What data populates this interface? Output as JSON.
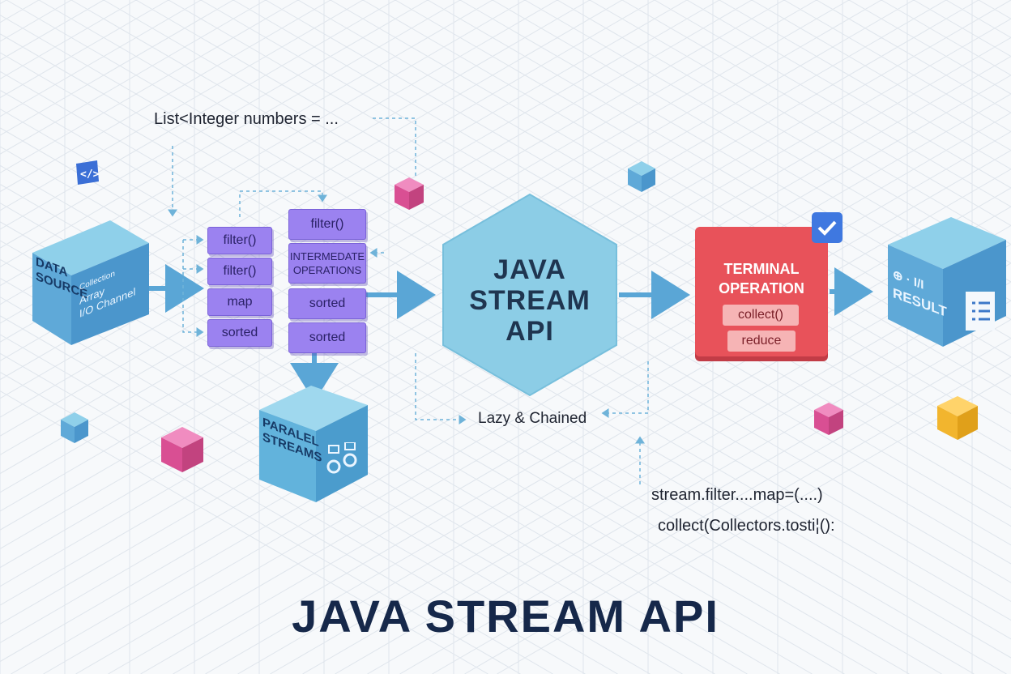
{
  "code_top": "List<Integer numbers = ...",
  "data_source": {
    "title_lines": [
      "DATA",
      "SOURCE"
    ],
    "side_labels": [
      "Collection",
      "Array",
      "I/O Channel"
    ]
  },
  "ops_left": [
    "filter()",
    "filter()",
    "map",
    "sorted"
  ],
  "ops_right": [
    "filter()",
    "INTERMEDATE\nOPERATIONS",
    "sorted",
    "sorted"
  ],
  "parallel": {
    "lines": [
      "PARALEL",
      "STREAMS"
    ]
  },
  "hexagon": {
    "lines": [
      "JAVA",
      "STREAM",
      "API"
    ]
  },
  "terminal": {
    "title_lines": [
      "TERMINAL",
      "OPERATION"
    ],
    "pills": [
      "collect()",
      "reduce"
    ]
  },
  "result": {
    "label": "RESULT",
    "top_text": "⊕ · I/I"
  },
  "lazy_label": "Lazy & Chained",
  "code_bottom": [
    "stream.filter....map=(....)",
    "collect(Collectors.tosti¦():"
  ],
  "footer_title": "JAVA STREAM API",
  "colors": {
    "accent_blue": "#5aa6d6",
    "purple": "#9b82f0",
    "red": "#e8525a",
    "title": "#16284a"
  },
  "icons": [
    "code-icon",
    "checkmark-icon",
    "gear-icon",
    "document-icon"
  ]
}
